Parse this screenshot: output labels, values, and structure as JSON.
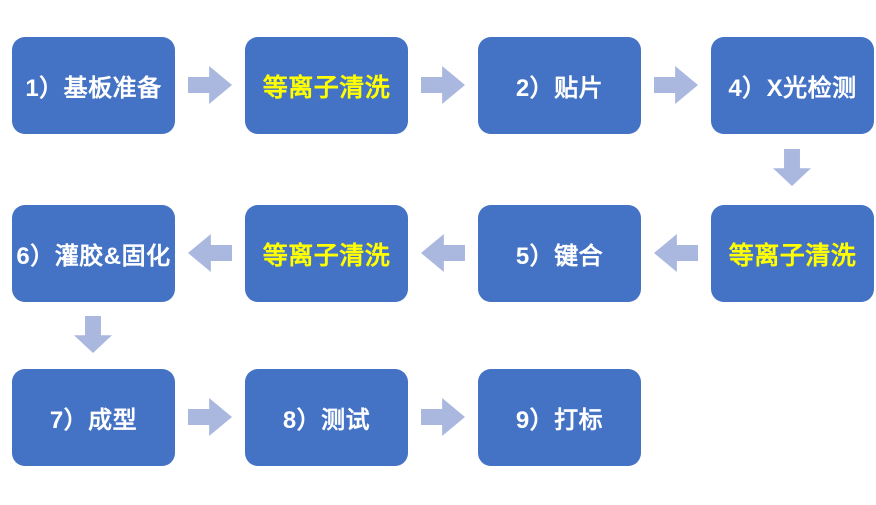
{
  "diagram": {
    "type": "flowchart",
    "background_color": "#FFFFFF",
    "colors": {
      "box_fill": "#4472C4",
      "arrow_fill": "#AAB8E0",
      "label_default": "#FFFFFF",
      "label_highlight": "#FFFF00"
    },
    "rows": [
      {
        "direction": "right",
        "boxes": [
          {
            "label": "1）基板准备",
            "highlight": false
          },
          {
            "label": "等离子清洗",
            "highlight": true
          },
          {
            "label": "2）贴片",
            "highlight": false
          },
          {
            "label": "4）X光检测",
            "highlight": false
          }
        ]
      },
      {
        "direction": "left",
        "boxes": [
          {
            "label": "6）灌胶&固化",
            "highlight": false
          },
          {
            "label": "等离子清洗",
            "highlight": true
          },
          {
            "label": "5）键合",
            "highlight": false
          },
          {
            "label": "等离子清洗",
            "highlight": true
          }
        ]
      },
      {
        "direction": "right",
        "boxes": [
          {
            "label": "7）成型",
            "highlight": false
          },
          {
            "label": "8）测试",
            "highlight": false
          },
          {
            "label": "9）打标",
            "highlight": false
          }
        ]
      }
    ],
    "down_connectors": [
      {
        "between_rows": "1-2",
        "column": 4
      },
      {
        "between_rows": "2-3",
        "column": 1
      }
    ]
  }
}
